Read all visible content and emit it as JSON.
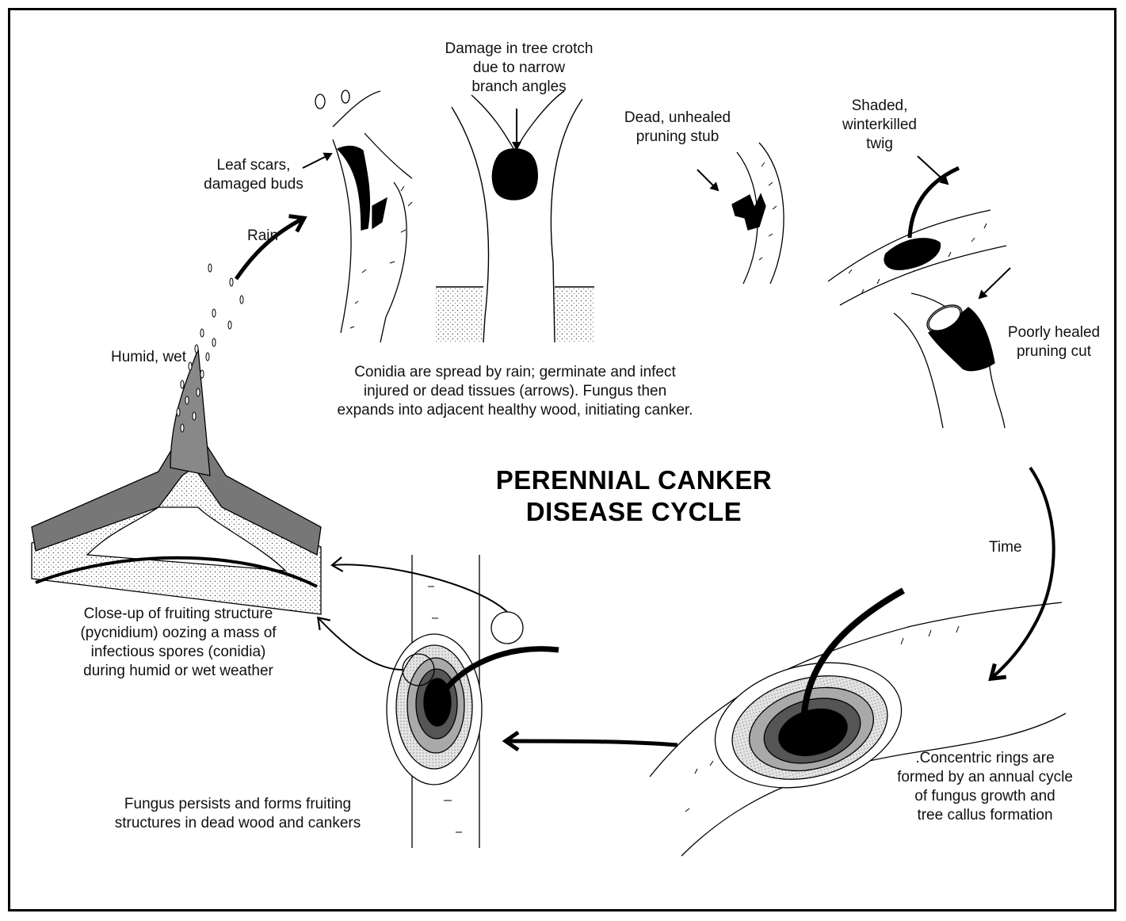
{
  "title": {
    "line1": "PERENNIAL CANKER",
    "line2": "DISEASE CYCLE"
  },
  "labels": {
    "crotch": [
      "Damage in tree crotch",
      "due to narrow",
      "branch  angles"
    ],
    "stub": [
      "Dead, unhealed",
      "pruning stub"
    ],
    "twig": [
      "Shaded,",
      "winterkilled",
      "twig"
    ],
    "leaf": [
      "Leaf scars,",
      "damaged buds"
    ],
    "rain": "Rain",
    "humid": "Humid, wet",
    "pruning_cut": [
      "Poorly healed",
      "pruning cut"
    ],
    "conidia": [
      "Conidia are spread by rain; germinate and infect",
      "injured or dead tissues (arrows). Fungus then",
      "expands into adjacent healthy wood, initiating canker."
    ],
    "time": "Time",
    "closeup": [
      "Close-up of fruiting structure",
      "(pycnidium) oozing a mass of",
      "infectious spores (conidia)",
      "during humid or wet weather"
    ],
    "rings": [
      ".Concentric rings are",
      "formed by an annual cycle",
      "of fungus growth and",
      "tree callus formation"
    ],
    "persists": [
      "Fungus persists and forms fruiting",
      "structures in dead wood and cankers"
    ]
  }
}
